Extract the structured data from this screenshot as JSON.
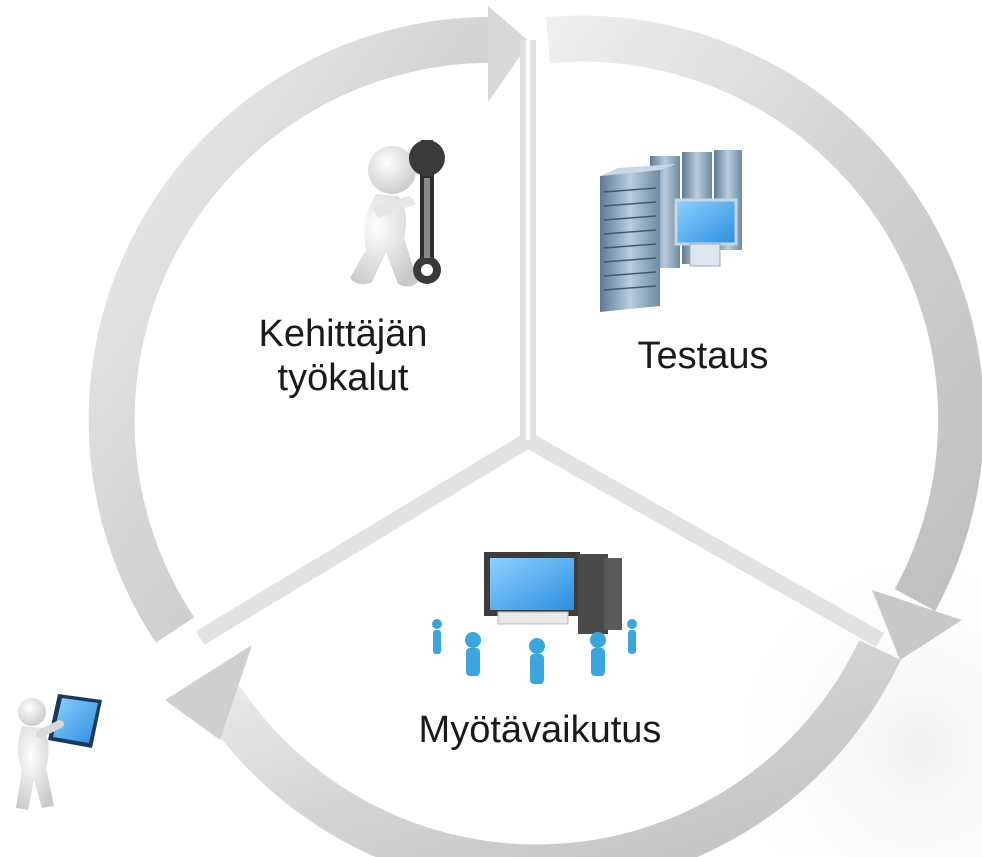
{
  "segments": [
    {
      "label_line1": "Kehittäjän",
      "label_line2": "työkalut",
      "icon": "person-with-wrench-icon"
    },
    {
      "label": "Testaus",
      "icon": "server-rack-icon"
    },
    {
      "label": "Myötävaikutus",
      "icon": "network-people-icon"
    }
  ],
  "corner_icon": "person-with-tablet-icon",
  "colors": {
    "cycle_ring": "#d6d6d6",
    "divider": "#e4e4e4",
    "screen_blue": "#2b8fe0",
    "people_blue": "#3aa6dc",
    "server_steel": "#7f9ab0"
  }
}
